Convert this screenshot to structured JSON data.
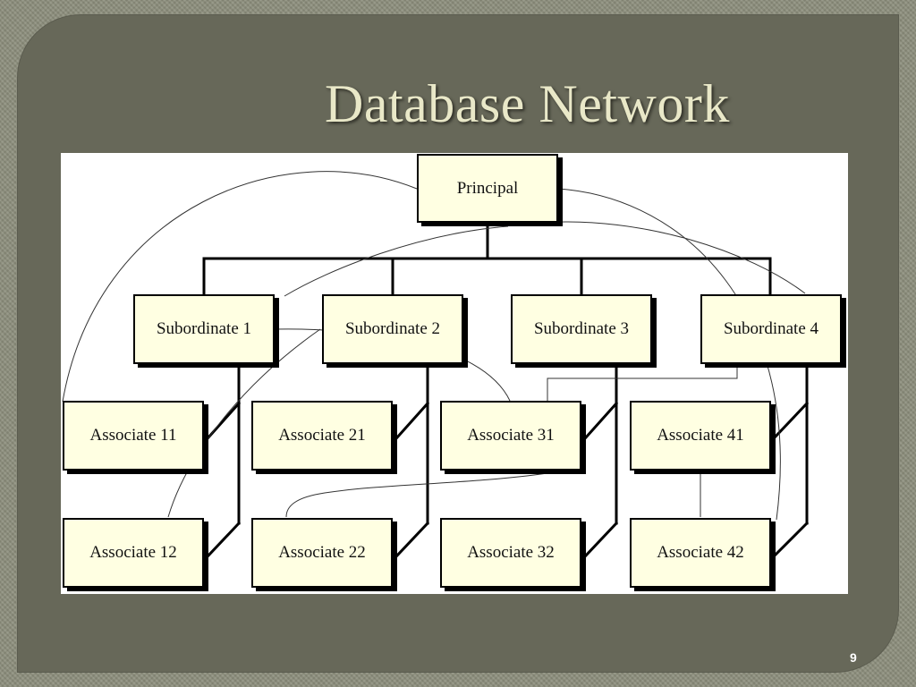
{
  "slide": {
    "title": "Database Network",
    "page_number": "9"
  },
  "diagram": {
    "principal": "Principal",
    "subordinates": [
      "Subordinate 1",
      "Subordinate 2",
      "Subordinate 3",
      "Subordinate 4"
    ],
    "associates": [
      "Associate 11",
      "Associate 21",
      "Associate 31",
      "Associate 41",
      "Associate 12",
      "Associate 22",
      "Associate 32",
      "Associate 42"
    ]
  }
}
